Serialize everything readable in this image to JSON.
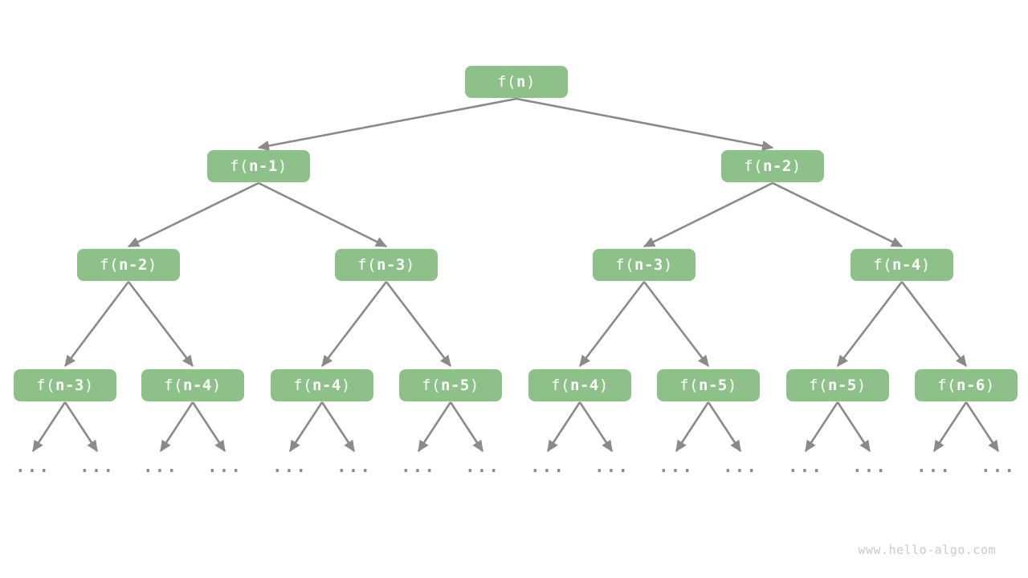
{
  "diagram": {
    "type": "recursion-tree",
    "nodes": [
      {
        "level": 0,
        "label": "f(n)",
        "pre": "f(",
        "var": "n",
        "post": ")"
      },
      {
        "level": 1,
        "label": "f(n-1)",
        "pre": "f(",
        "var": "n-1",
        "post": ")"
      },
      {
        "level": 1,
        "label": "f(n-2)",
        "pre": "f(",
        "var": "n-2",
        "post": ")"
      },
      {
        "level": 2,
        "label": "f(n-2)",
        "pre": "f(",
        "var": "n-2",
        "post": ")"
      },
      {
        "level": 2,
        "label": "f(n-3)",
        "pre": "f(",
        "var": "n-3",
        "post": ")"
      },
      {
        "level": 2,
        "label": "f(n-3)",
        "pre": "f(",
        "var": "n-3",
        "post": ")"
      },
      {
        "level": 2,
        "label": "f(n-4)",
        "pre": "f(",
        "var": "n-4",
        "post": ")"
      },
      {
        "level": 3,
        "label": "f(n-3)",
        "pre": "f(",
        "var": "n-3",
        "post": ")"
      },
      {
        "level": 3,
        "label": "f(n-4)",
        "pre": "f(",
        "var": "n-4",
        "post": ")"
      },
      {
        "level": 3,
        "label": "f(n-4)",
        "pre": "f(",
        "var": "n-4",
        "post": ")"
      },
      {
        "level": 3,
        "label": "f(n-5)",
        "pre": "f(",
        "var": "n-5",
        "post": ")"
      },
      {
        "level": 3,
        "label": "f(n-4)",
        "pre": "f(",
        "var": "n-4",
        "post": ")"
      },
      {
        "level": 3,
        "label": "f(n-5)",
        "pre": "f(",
        "var": "n-5",
        "post": ")"
      },
      {
        "level": 3,
        "label": "f(n-5)",
        "pre": "f(",
        "var": "n-5",
        "post": ")"
      },
      {
        "level": 3,
        "label": "f(n-6)",
        "pre": "f(",
        "var": "n-6",
        "post": ")"
      }
    ],
    "edges": [
      [
        0,
        1
      ],
      [
        0,
        2
      ],
      [
        1,
        3
      ],
      [
        1,
        4
      ],
      [
        2,
        5
      ],
      [
        2,
        6
      ],
      [
        3,
        7
      ],
      [
        3,
        8
      ],
      [
        4,
        9
      ],
      [
        4,
        10
      ],
      [
        5,
        11
      ],
      [
        5,
        12
      ],
      [
        6,
        13
      ],
      [
        6,
        14
      ]
    ],
    "leaf_symbol": "...",
    "leaf_count": 16
  },
  "watermark": {
    "text": "www.hello-algo.com"
  },
  "colors": {
    "node_fill": "#8EC189",
    "node_text": "#FFFFFF",
    "arrow": "#8A8A8A",
    "leaf_dots": "#8A8A8A",
    "watermark": "#C9C9C9",
    "background": "#FFFFFF"
  }
}
